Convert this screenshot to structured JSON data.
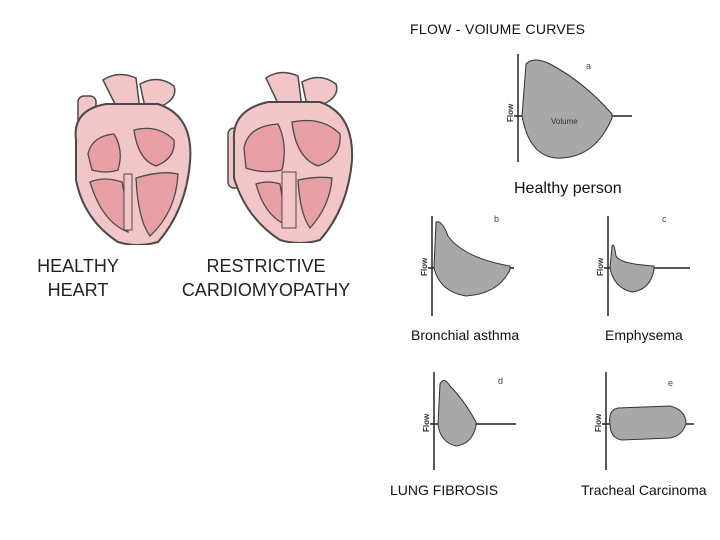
{
  "title": "FLOW  -  VOlUME   CURVES",
  "hearts": {
    "healthy_label_line1": "HEALTHY",
    "healthy_label_line2": "HEART",
    "restrictive_label_line1": "RESTRICTIVE",
    "restrictive_label_line2": "CARDIOMYOPATHY"
  },
  "curves": {
    "axis_label_flow": "Flow",
    "axis_label_volume": "Volume",
    "a": {
      "letter": "a",
      "caption": "Healthy  person"
    },
    "b": {
      "letter": "b",
      "caption": "Bronchial  asthma"
    },
    "c": {
      "letter": "c",
      "caption": "Emphysema"
    },
    "d": {
      "letter": "d",
      "caption": "LUNG  FIBROSIS"
    },
    "e": {
      "letter": "e",
      "caption": "Tracheal Carcinoma"
    }
  },
  "colors": {
    "heart_outer": "#f2c6c6",
    "heart_inner": "#e79fa3",
    "heart_outline": "#4a4a4a",
    "curve_fill": "#a8a8a8",
    "axis": "#222222"
  }
}
